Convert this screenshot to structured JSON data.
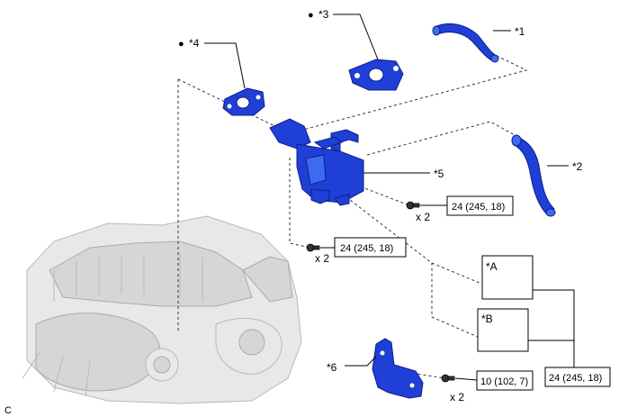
{
  "callouts": {
    "c1": "*1",
    "c2": "*2",
    "c3": "*3",
    "c4": "*4",
    "c5": "*5",
    "c6": "*6",
    "a": "*A",
    "b": "*B"
  },
  "torques": {
    "t_right_upper": "24 (245, 18)",
    "t_left": "24 (245, 18)",
    "t_ab": "24 (245, 18)",
    "t_bracket": "10 (102, 7)"
  },
  "quantities": {
    "q_right_upper": "x 2",
    "q_left": "x 2",
    "q_bracket": "x 2"
  },
  "markers": {
    "non_reusable": "●"
  },
  "footer": {
    "code": "C"
  },
  "colors": {
    "part_blue": "#1f3fd6",
    "engine_gray": "#e8e8e8"
  }
}
